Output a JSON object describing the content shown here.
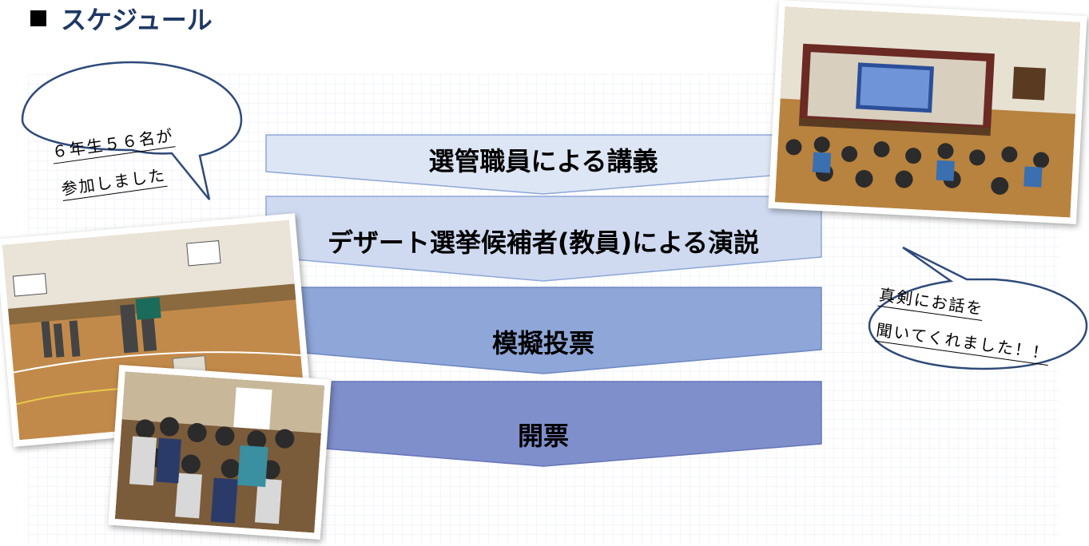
{
  "header": {
    "title": "スケジュール"
  },
  "steps": [
    {
      "label": "選管職員による講義",
      "color": "#dde6f4"
    },
    {
      "label": "デザート選挙候補者(教員)による演説",
      "color": "#cfdaf0"
    },
    {
      "label": "模擬投票",
      "color": "#8ea6d8"
    },
    {
      "label": "開票",
      "color": "#7f8fcc"
    }
  ],
  "bubbles": {
    "left": {
      "line1": "６年生５６名が",
      "line2": "参加しました"
    },
    "right": {
      "line1": "真剣にお話を",
      "line2": "聞いてくれました！！"
    }
  },
  "colors": {
    "title": "#1f3864",
    "grid": "#7d97d8",
    "bubble_stroke": "#2f4a7a"
  }
}
